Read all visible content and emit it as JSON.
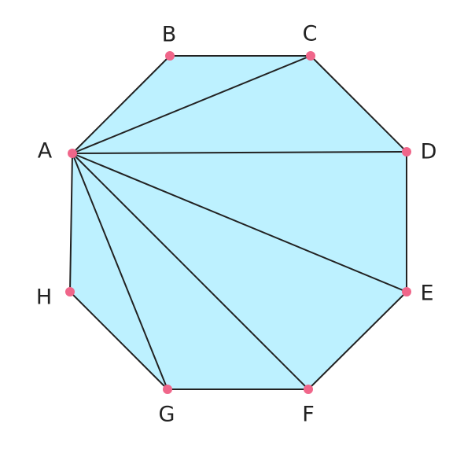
{
  "figure": {
    "fill_color": "#BDF1FF",
    "line_color": "#222222",
    "point_color": "#F0668A",
    "label_color": "#222222"
  },
  "vertices": [
    {
      "id": "A",
      "label": "A"
    },
    {
      "id": "B",
      "label": "B"
    },
    {
      "id": "C",
      "label": "C"
    },
    {
      "id": "D",
      "label": "D"
    },
    {
      "id": "E",
      "label": "E"
    },
    {
      "id": "F",
      "label": "F"
    },
    {
      "id": "G",
      "label": "G"
    },
    {
      "id": "H",
      "label": "H"
    }
  ],
  "edges": [
    [
      "A",
      "B"
    ],
    [
      "B",
      "C"
    ],
    [
      "C",
      "D"
    ],
    [
      "D",
      "E"
    ],
    [
      "E",
      "F"
    ],
    [
      "F",
      "G"
    ],
    [
      "G",
      "H"
    ],
    [
      "H",
      "A"
    ]
  ],
  "diagonals": [
    [
      "A",
      "C"
    ],
    [
      "A",
      "D"
    ],
    [
      "A",
      "E"
    ],
    [
      "A",
      "F"
    ],
    [
      "A",
      "G"
    ]
  ]
}
